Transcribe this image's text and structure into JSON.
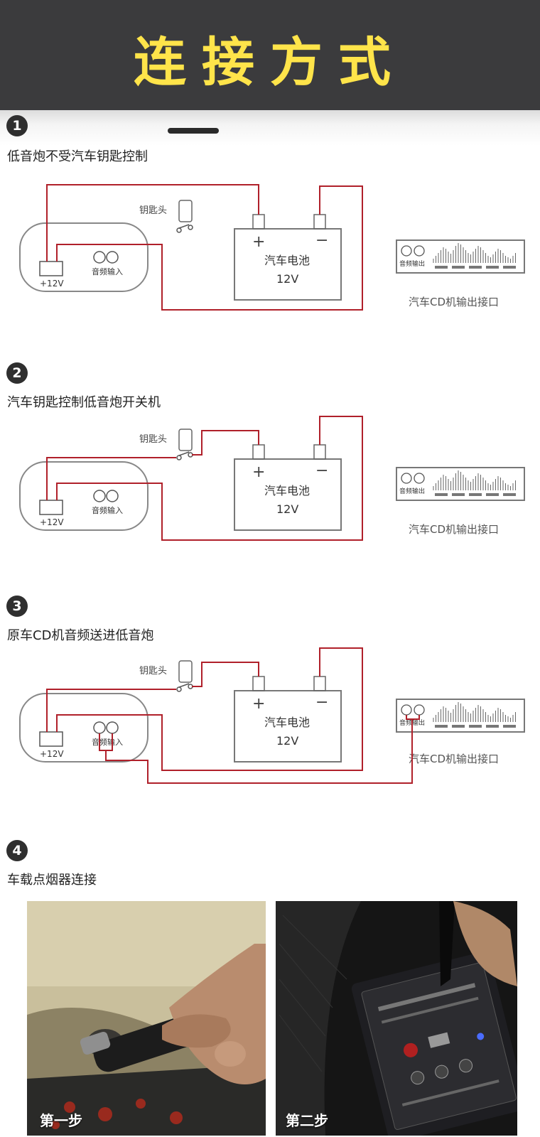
{
  "header": {
    "title": "连接方式"
  },
  "steps": [
    {
      "number": "1",
      "title": "低音炮不受汽车钥匙控制",
      "labels": {
        "key": "钥匙头",
        "plus": "+",
        "minus": "−",
        "battery": "汽车电池",
        "voltage": "12V",
        "audio_in": "音频输入",
        "power": "+12V",
        "cd_audio": "音频输出",
        "cd_caption": "汽车CD机输出接口"
      }
    },
    {
      "number": "2",
      "title": "汽车钥匙控制低音炮开关机",
      "labels": {
        "key": "钥匙头",
        "plus": "+",
        "minus": "−",
        "battery": "汽车电池",
        "voltage": "12V",
        "audio_in": "音频输入",
        "power": "+12V",
        "cd_audio": "音频输出",
        "cd_caption": "汽车CD机输出接口"
      }
    },
    {
      "number": "3",
      "title": "原车CD机音频送进低音炮",
      "labels": {
        "key": "钥匙头",
        "plus": "+",
        "minus": "−",
        "battery": "汽车电池",
        "voltage": "12V",
        "audio_in": "音频输入",
        "power": "+12V",
        "cd_audio": "音频输出",
        "cd_caption": "汽车CD机输出接口"
      }
    },
    {
      "number": "4",
      "title": "车载点烟器连接"
    }
  ],
  "photos": [
    {
      "label": "第一步"
    },
    {
      "label": "第二步"
    }
  ],
  "colors": {
    "header_bg": "#3b3b3d",
    "title_yellow": "#ffe44a",
    "wire_red": "#b0202a",
    "line_gray": "#888888"
  }
}
